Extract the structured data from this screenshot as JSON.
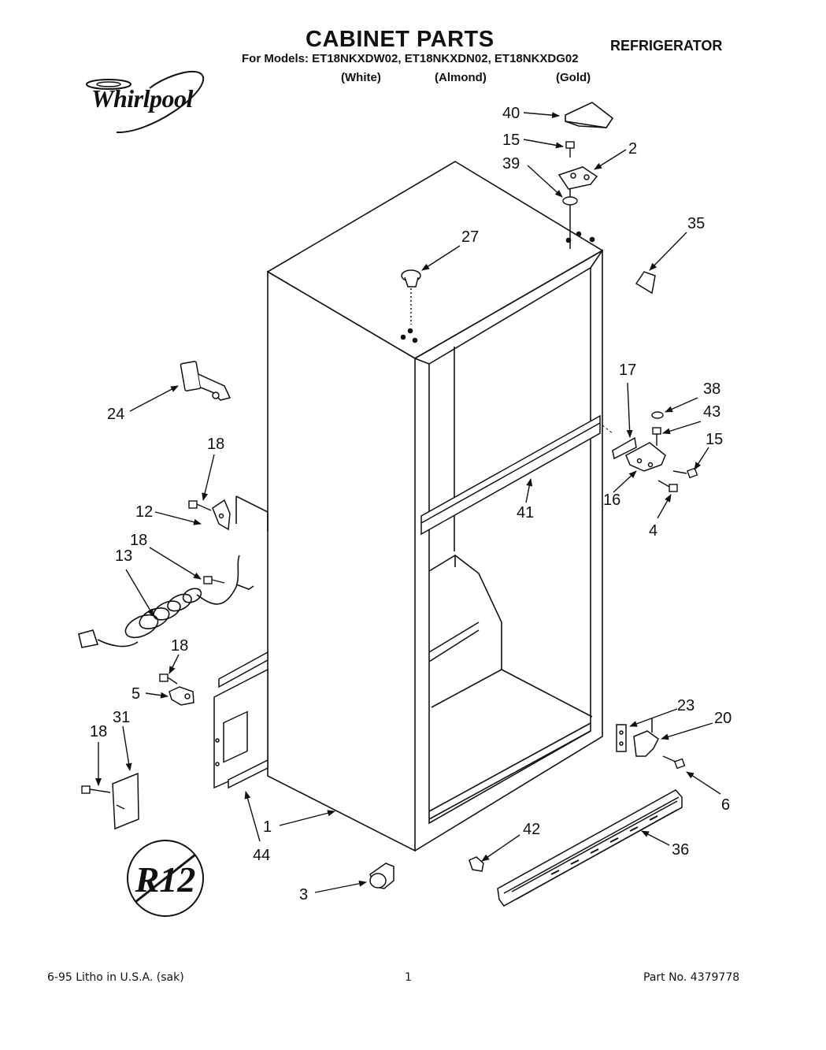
{
  "header": {
    "title": "CABINET PARTS",
    "category": "REFRIGERATOR",
    "models_line": "For Models: ET18NKXDW02, ET18NKXDN02, ET18NKXDG02",
    "colors": [
      "(White)",
      "(Almond)",
      "(Gold)"
    ]
  },
  "brand": {
    "logo_text": "Whirlpool"
  },
  "badge": {
    "text": "R12"
  },
  "callouts": [
    {
      "id": "40",
      "label": "40"
    },
    {
      "id": "15a",
      "label": "15"
    },
    {
      "id": "2",
      "label": "2"
    },
    {
      "id": "39",
      "label": "39"
    },
    {
      "id": "35",
      "label": "35"
    },
    {
      "id": "27",
      "label": "27"
    },
    {
      "id": "24",
      "label": "24"
    },
    {
      "id": "17",
      "label": "17"
    },
    {
      "id": "38",
      "label": "38"
    },
    {
      "id": "43",
      "label": "43"
    },
    {
      "id": "15b",
      "label": "15"
    },
    {
      "id": "16",
      "label": "16"
    },
    {
      "id": "41",
      "label": "41"
    },
    {
      "id": "4",
      "label": "4"
    },
    {
      "id": "18a",
      "label": "18"
    },
    {
      "id": "12",
      "label": "12"
    },
    {
      "id": "18b",
      "label": "18"
    },
    {
      "id": "13",
      "label": "13"
    },
    {
      "id": "18c",
      "label": "18"
    },
    {
      "id": "5",
      "label": "5"
    },
    {
      "id": "18d",
      "label": "18"
    },
    {
      "id": "31",
      "label": "31"
    },
    {
      "id": "23",
      "label": "23"
    },
    {
      "id": "20",
      "label": "20"
    },
    {
      "id": "6",
      "label": "6"
    },
    {
      "id": "1",
      "label": "1"
    },
    {
      "id": "44",
      "label": "44"
    },
    {
      "id": "42",
      "label": "42"
    },
    {
      "id": "36",
      "label": "36"
    },
    {
      "id": "3",
      "label": "3"
    }
  ],
  "footer": {
    "date_litho": "6-95  Litho in U.S.A. (sak)",
    "page_number": "1",
    "part_no": "Part No. 4379778"
  }
}
